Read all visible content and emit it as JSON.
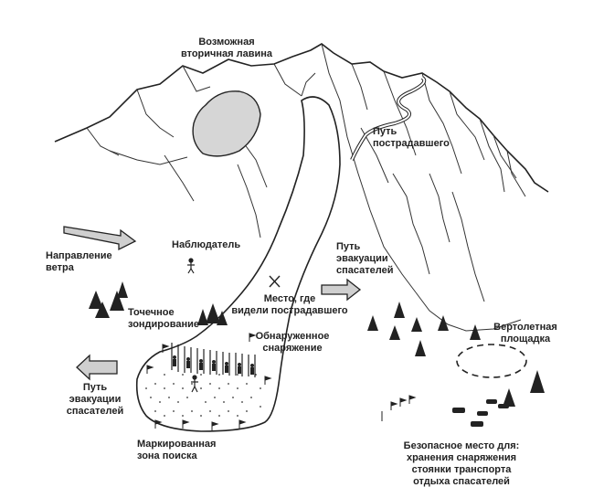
{
  "labels": {
    "secondary_avalanche": "Возможная\nвторичная лавина",
    "victim_path": "Путь\nпострадавшего",
    "wind_direction": "Направление\nветра",
    "observer": "Наблюдатель",
    "rescuer_evac_path_right": "Путь\nэвакуации\nспасателей",
    "last_seen_point": "Место, где\nвидели пострадавшего",
    "spot_probing": "Точечное\nзондирование",
    "found_equipment": "Обнаруженное\nснаряжение",
    "helipad": "Вертолетная\nплощадка",
    "rescuer_evac_path_left": "Путь\nэвакуации\nспасателей",
    "marked_search_zone": "Маркированная\nзона поиска",
    "safe_place": "Безопасное место для:\nхранения снаряжения\nстоянки транспорта\nотдыха спасателей"
  },
  "colors": {
    "ink": "#222222",
    "snow_fill": "#d6d6d6",
    "arrow_fill": "#cfcfcf"
  },
  "icons": [
    "mountain-ridge",
    "tree-icon",
    "flag-icon",
    "person-icon",
    "crossed-skis-icon",
    "vehicle-icon"
  ]
}
